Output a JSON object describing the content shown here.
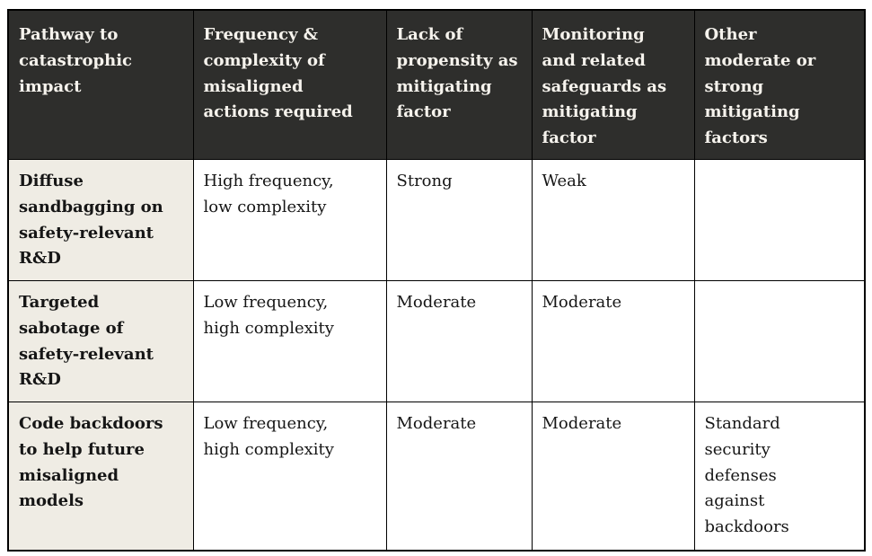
{
  "colors": {
    "header_background": "#2e2e2c",
    "header_text": "#f6f3ed",
    "row_label_background": "#efece4",
    "body_background": "#ffffff",
    "border": "#000000",
    "body_text": "#161616"
  },
  "table": {
    "headers": [
      "Pathway to\ncatastrophic\nimpact",
      "Frequency &\ncomplexity of\nmisaligned\nactions required",
      "Lack of\npropensity as\nmitigating\nfactor",
      "Monitoring\nand related\nsafeguards as\nmitigating\nfactor",
      "Other\nmoderate or\nstrong\nmitigating\nfactors"
    ],
    "rows": [
      {
        "cells": [
          "Diffuse\nsandbagging on\nsafety-relevant\nR&D",
          "High frequency,\nlow complexity",
          "Strong",
          "Weak",
          ""
        ]
      },
      {
        "cells": [
          "Targeted\nsabotage of\nsafety-relevant\nR&D",
          "Low frequency,\nhigh complexity",
          "Moderate",
          "Moderate",
          ""
        ]
      },
      {
        "cells": [
          "Code backdoors\nto help future\nmisaligned\nmodels",
          "Low frequency,\nhigh complexity",
          "Moderate",
          "Moderate",
          "Standard\nsecurity\ndefenses\nagainst\nbackdoors"
        ]
      }
    ]
  }
}
